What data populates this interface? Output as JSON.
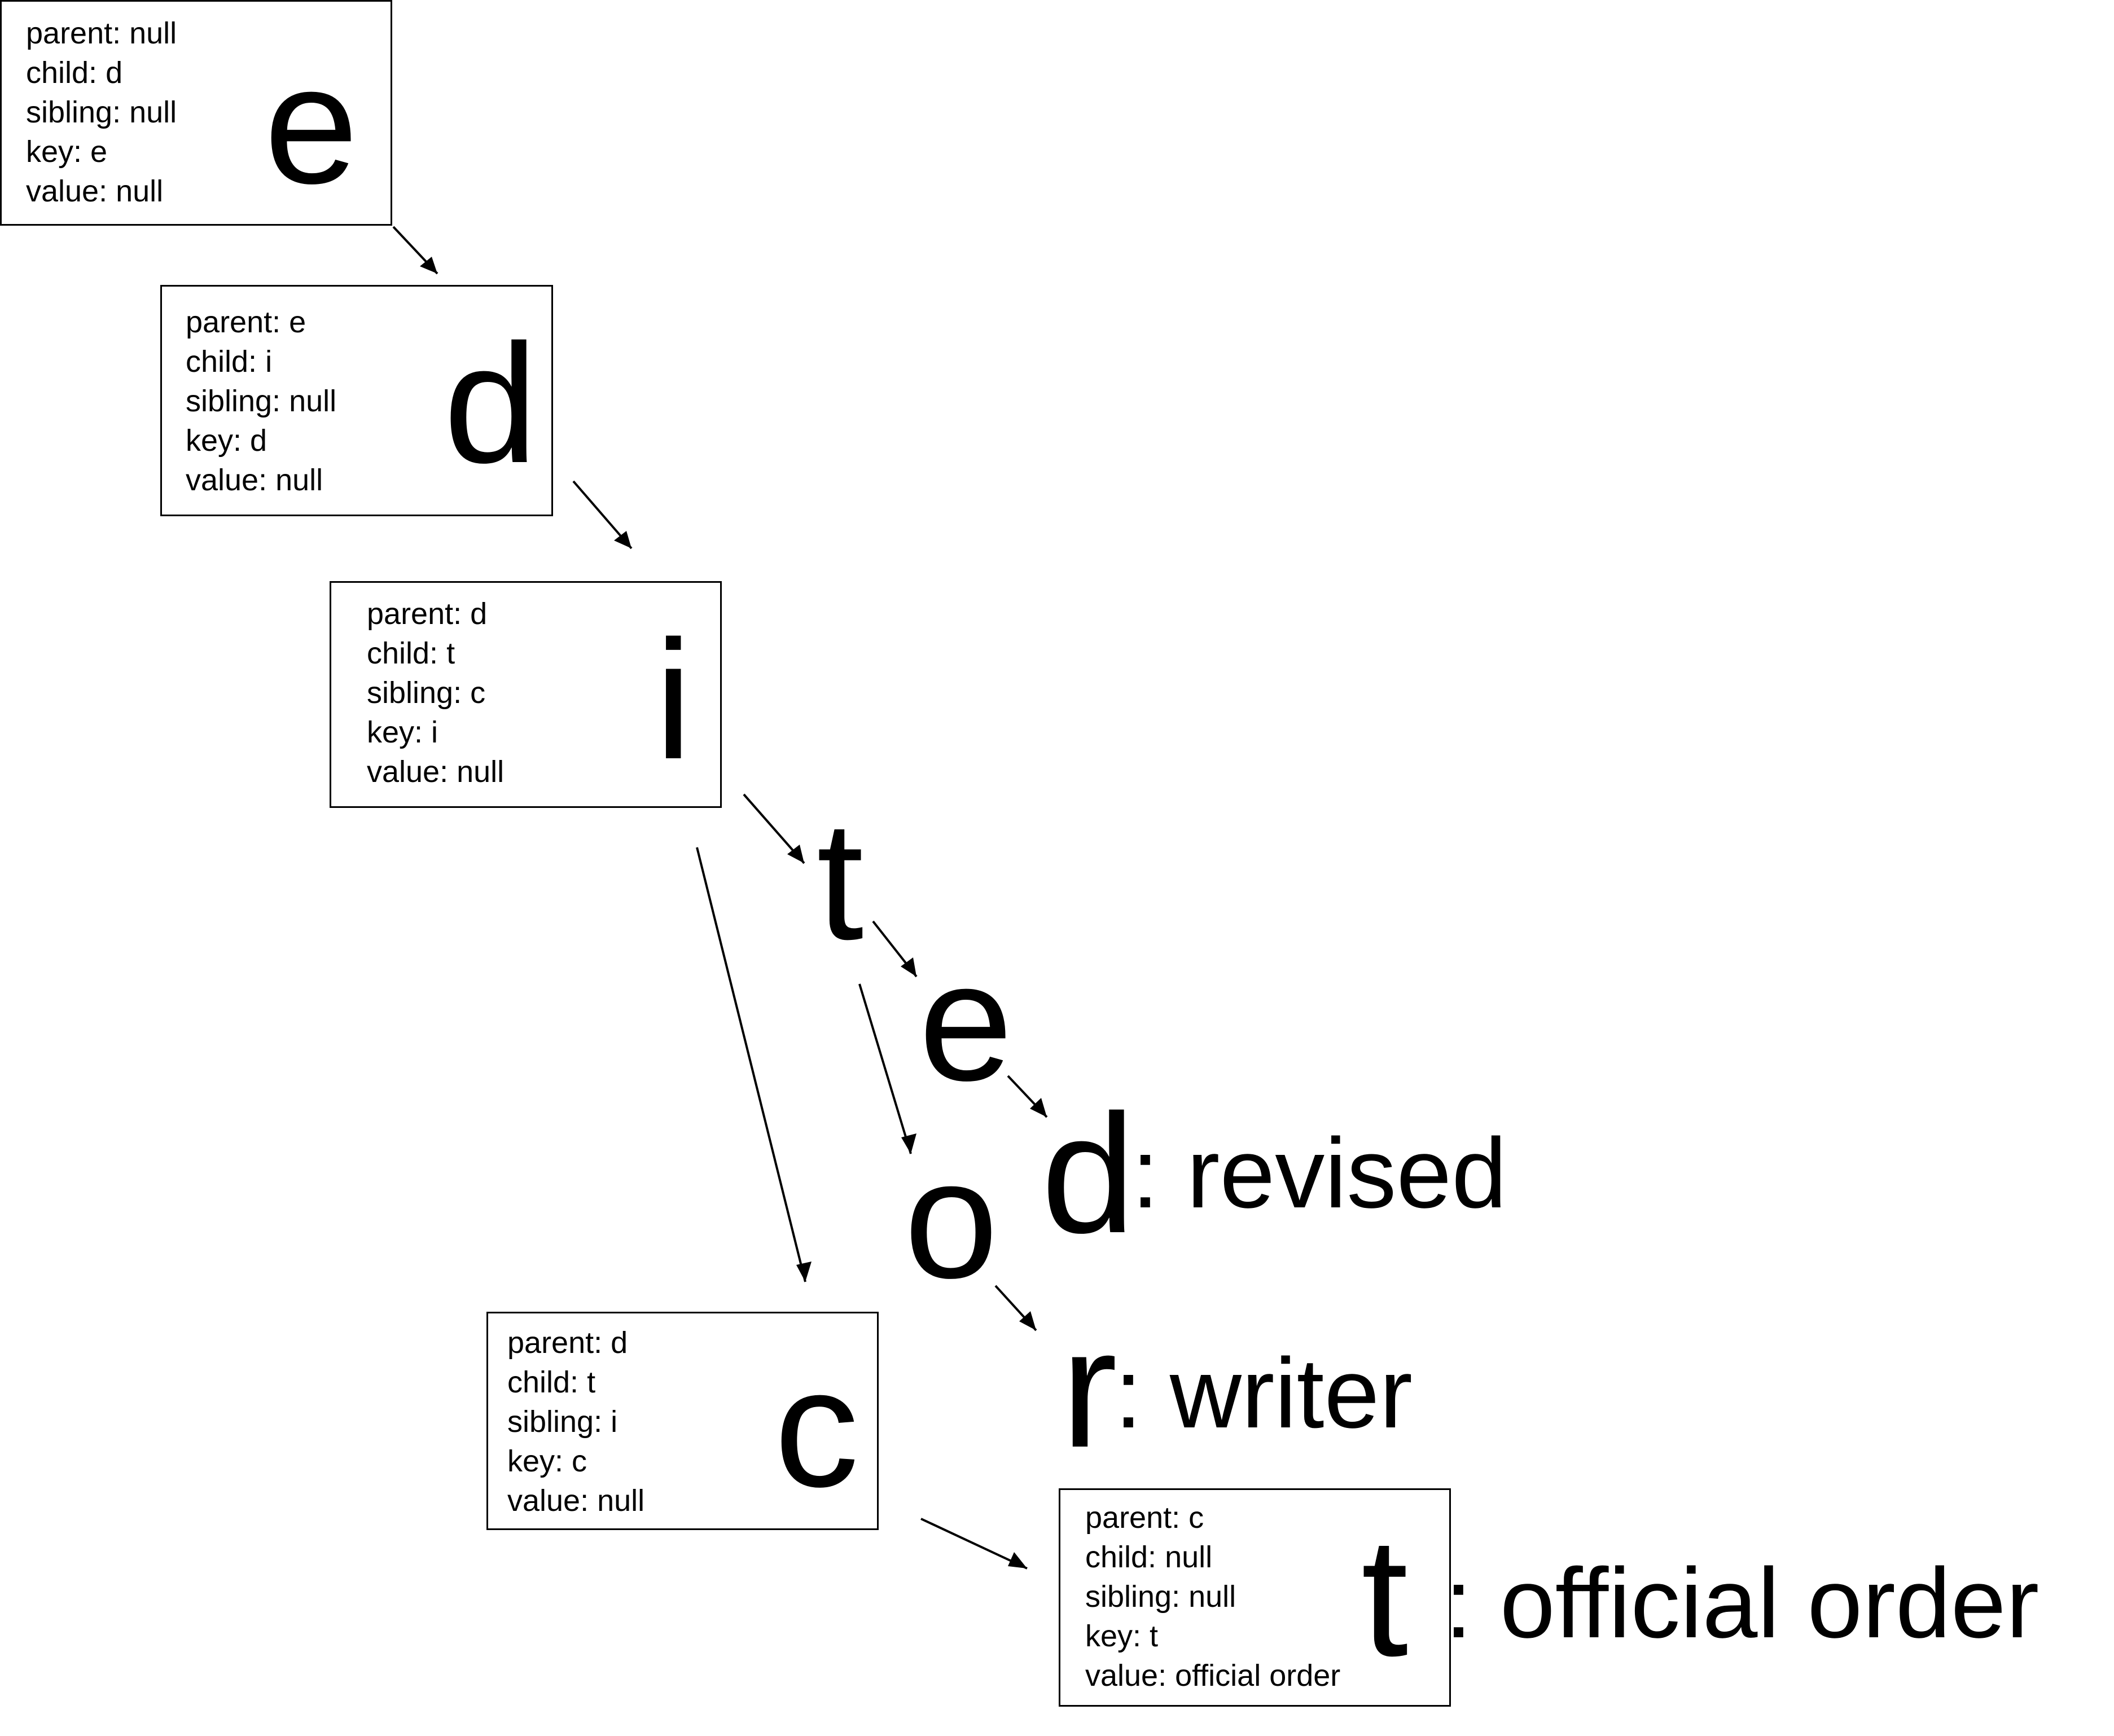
{
  "nodes": {
    "e": {
      "letter": "e",
      "fields": [
        "parent: null",
        "child: d",
        "sibling: null",
        "key: e",
        "value: null"
      ]
    },
    "d": {
      "letter": "d",
      "fields": [
        "parent: e",
        "child: i",
        "sibling: null",
        "key: d",
        "value: null"
      ]
    },
    "i": {
      "letter": "i",
      "fields": [
        "parent: d",
        "child: t",
        "sibling: c",
        "key: i",
        "value: null"
      ]
    },
    "c": {
      "letter": "c",
      "fields": [
        "parent: d",
        "child: t",
        "sibling: i",
        "key: c",
        "value: null"
      ]
    },
    "t_bottom": {
      "letter": "t",
      "fields": [
        "parent: c",
        "child: null",
        "sibling: null",
        "key: t",
        "value: official order"
      ],
      "value_label": ": official order"
    }
  },
  "letters": {
    "t": "t",
    "e": "e",
    "o": "o",
    "d": "d",
    "r": "r"
  },
  "value_labels": {
    "d": ": revised",
    "r": ": writer"
  }
}
